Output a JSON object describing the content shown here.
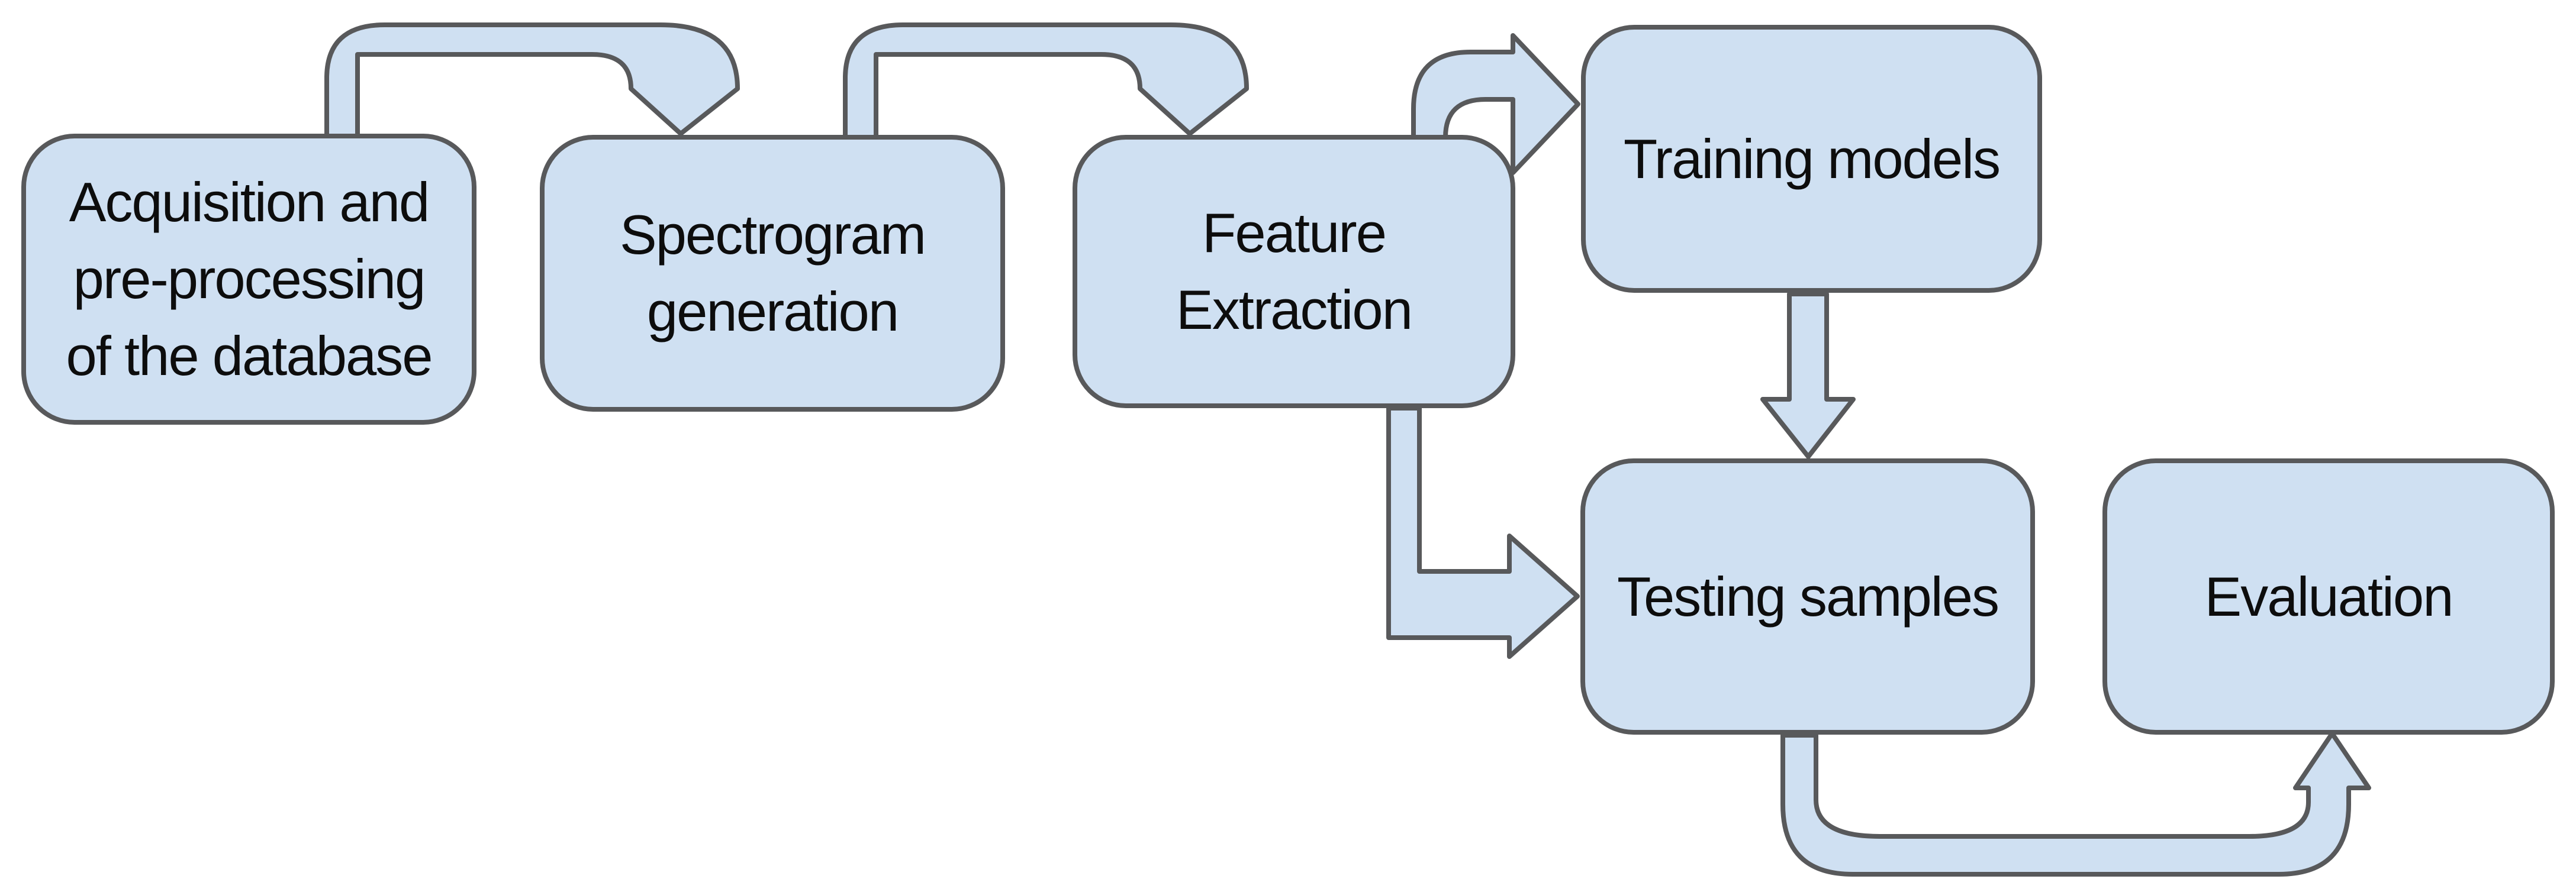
{
  "diagram": {
    "type": "flowchart",
    "colors": {
      "background": "#ffffff",
      "node_fill": "#cfe0f2",
      "node_border": "#58595b",
      "text": "#0d0d0d"
    },
    "nodes": [
      {
        "id": "acquisition",
        "label": "Acquisition and pre-processing of the database",
        "lines": [
          "Acquisition and",
          "pre-processing",
          "of the database"
        ]
      },
      {
        "id": "spectrogram",
        "label": "Spectrogram generation",
        "lines": [
          "Spectrogram",
          "generation"
        ]
      },
      {
        "id": "feature",
        "label": "Feature Extraction",
        "lines": [
          "Feature",
          "Extraction"
        ]
      },
      {
        "id": "training",
        "label": "Training models",
        "lines": [
          "Training models"
        ]
      },
      {
        "id": "testing",
        "label": "Testing samples",
        "lines": [
          "Testing samples"
        ]
      },
      {
        "id": "evaluation",
        "label": "Evaluation",
        "lines": [
          "Evaluation"
        ]
      }
    ],
    "connections": [
      {
        "from": "Acquisition and pre-processing of the database",
        "to": "Spectrogram generation",
        "style": "curved-over-arrow"
      },
      {
        "from": "Spectrogram generation",
        "to": "Feature Extraction",
        "style": "curved-over-arrow"
      },
      {
        "from": "Feature Extraction",
        "to": "Training models",
        "style": "curved-over-arrow"
      },
      {
        "from": "Training models",
        "to": "Testing samples",
        "style": "straight-down-arrow"
      },
      {
        "from": "Feature Extraction",
        "to": "Testing samples",
        "style": "elbow-arrow"
      },
      {
        "from": "Testing samples",
        "to": "Evaluation",
        "style": "u-curved-arrow"
      }
    ]
  }
}
